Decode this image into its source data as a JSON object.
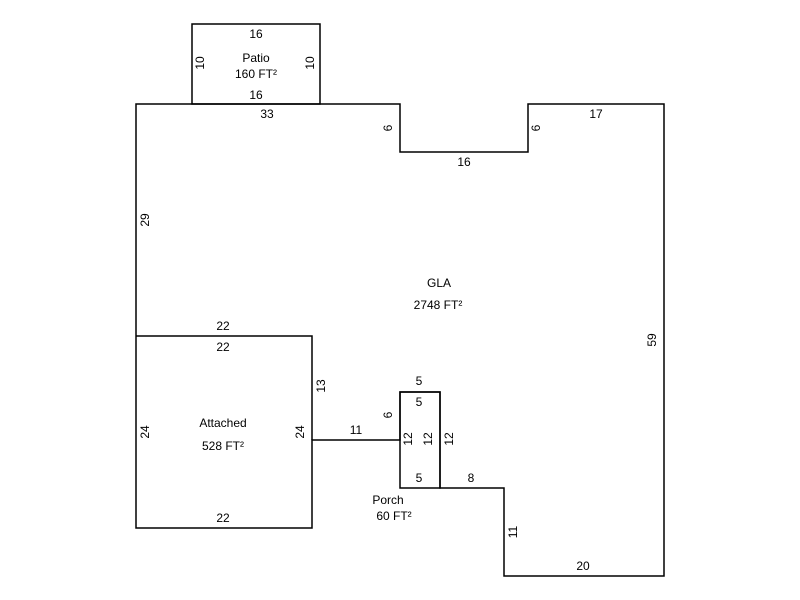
{
  "areas": {
    "patio": {
      "name": "Patio",
      "area": "160 FT²"
    },
    "gla": {
      "name": "GLA",
      "area": "2748 FT²"
    },
    "attached": {
      "name": "Attached",
      "area": "528 FT²"
    },
    "porch": {
      "name": "Porch",
      "area": "60 FT²"
    }
  },
  "dims": {
    "patio_top": "16",
    "patio_bottom": "16",
    "patio_left": "10",
    "patio_right": "10",
    "gla_top_left": "33",
    "gla_notch_left": "6",
    "gla_notch_bottom": "16",
    "gla_notch_right": "6",
    "gla_top_right": "17",
    "gla_left": "29",
    "gla_right": "59",
    "gla_bottom": "20",
    "gla_step_vertical": "11",
    "gla_step_horizontal": "8",
    "gla_inner_13": "13",
    "gla_inner_11": "11",
    "gla_inner_6": "6",
    "attached_top_outer": "22",
    "attached_top_inner": "22",
    "attached_left": "24",
    "attached_right": "24",
    "attached_bottom": "22",
    "porch_top_outer": "5",
    "porch_top_inner": "5",
    "porch_left": "12",
    "porch_middle": "12",
    "porch_right": "12",
    "porch_bottom": "5"
  }
}
